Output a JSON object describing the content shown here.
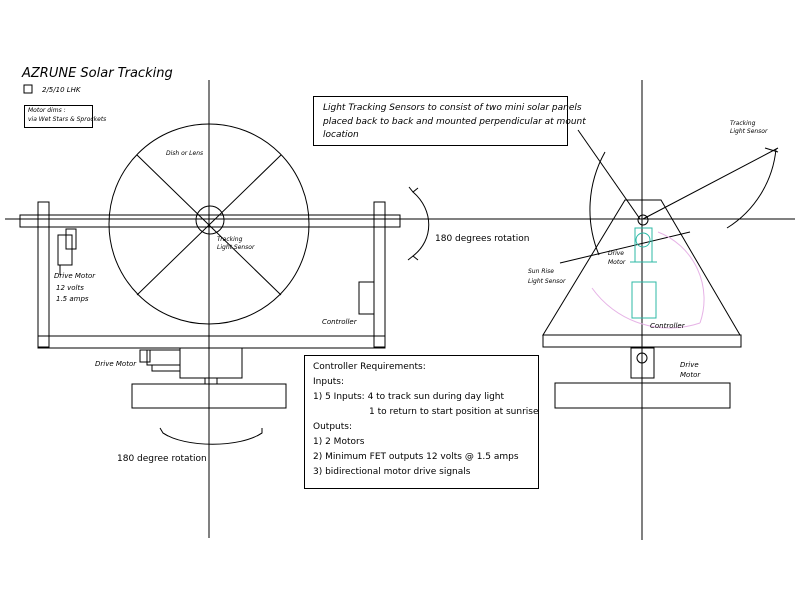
{
  "title": "AZRUNE  Solar Tracking",
  "date": "2/5/10  LHK",
  "note": [
    "Motor dims :",
    "via Wet Stars & Sprockets"
  ],
  "sensor_note": [
    "Light Tracking Sensors to consist of two mini solar panels",
    "placed back to back and mounted perpendicular at mount",
    "location"
  ],
  "labels": {
    "dish": "Dish or Lens",
    "tracking_center": [
      "Tracking",
      "Light Sensor"
    ],
    "drive_motor_left": [
      "Drive Motor",
      "12 volts",
      "1.5 amps"
    ],
    "controller_left": "Controller",
    "drive_motor_bottom": "Drive Motor",
    "rotation_right": "180 degrees rotation",
    "rotation_bottom": "180 degree rotation",
    "tracking_right": [
      "Tracking",
      "Light Sensor"
    ],
    "sun_rise": [
      "Sun Rise",
      "Light Sensor"
    ],
    "drive_motor_right": [
      "Drive",
      "Motor"
    ],
    "controller_right": "Controller",
    "drive_motor_right_bottom": [
      "Drive",
      "Motor"
    ]
  },
  "requirements": {
    "heading": "Controller Requirements:",
    "inputs_heading": "Inputs:",
    "input1": "1) 5 Inputs: 4 to track sun during day light",
    "input2": "1 to return to start position at sunrise",
    "outputs_heading": "Outputs:",
    "output1": "1) 2 Motors",
    "output2": "2) Minimum FET outputs 12 volts @ 1.5 amps",
    "output3": "3) bidirectional motor drive signals"
  },
  "colors": {
    "line": "#000000",
    "accent": "#2db8a6",
    "arc": "#e6b3e6"
  }
}
